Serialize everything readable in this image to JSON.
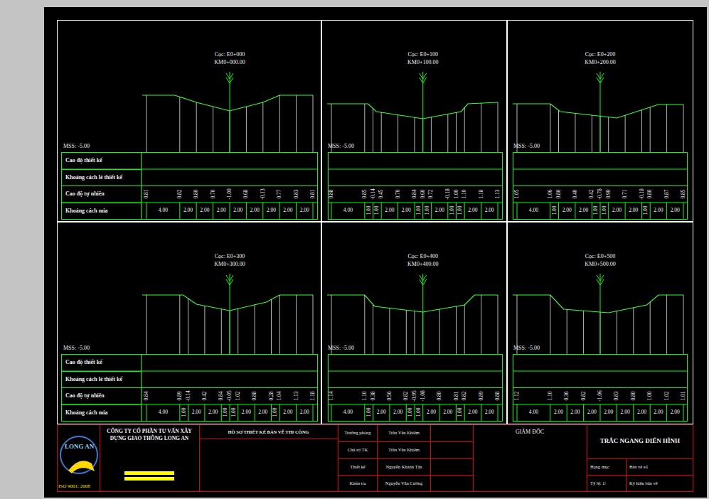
{
  "diagram": {
    "nodes": [
      {
        "text": [
          "Cọc: E0+000",
          "KM0+000.00",
          "MSS: -5.00"
        ]
      },
      {
        "text": [
          "Cao độ thiết kế"
        ],
        "in": 0
      },
      {
        "text": [
          "Khoảng cách lẻ thiết kế"
        ],
        "in": 0
      },
      {
        "text": [
          "Cao độ tự nhiên"
        ],
        "in": 0
      },
      {
        "text": [
          "Khoảng cách mia"
        ],
        "in": 0
      },
      {
        "text": [
          "Cọc: E0+100",
          "KM0+100.00",
          "MSS: -5.00"
        ]
      },
      {
        "text": [
          "Cọc: E0+200",
          "KM0+200.00",
          "MSS: -5.00"
        ]
      },
      {
        "text": [
          "Cọc: E0+300",
          "KM0+300.00",
          "MSS: -5.00"
        ]
      },
      {
        "text": [
          "Cao độ thiết kế"
        ],
        "in": 7
      },
      {
        "text": [
          "Khoảng cách lẻ thiết kế"
        ],
        "in": 7
      },
      {
        "text": [
          "Cao độ tự nhiên"
        ],
        "in": 7
      },
      {
        "text": [
          "Khoảng cách mia"
        ],
        "in": 7
      },
      {
        "text": [
          "Cọc: E0+400",
          "KM0+400.00",
          "MSS: -5.00"
        ]
      },
      {
        "text": [
          "Cọc: E0+500",
          "KM0+500.00",
          "MSS: -5.00"
        ]
      }
    ],
    "labels": [
      "0.81",
      "0.82",
      "0.80",
      "0.70",
      "-1.00",
      "0.68",
      "-0.13",
      "0.77",
      "0.83",
      "0.81",
      "4.00",
      "2.00",
      "2.00",
      "2.00",
      "2.00",
      "2.00",
      "2.00",
      "2.00",
      "2.00",
      "0.88",
      "0.85",
      "-0.14",
      "0.45",
      "0.70",
      "0.84",
      "0.60",
      "0.72",
      "-0.18",
      "1.00",
      "1.10",
      "1.18",
      "1.13",
      "4.00",
      "1.00",
      "1.00",
      "2.00",
      "2.00",
      "1.00",
      "1.00",
      "2.00",
      "1.00",
      "1.00",
      "2.00",
      "2.00",
      "1.05",
      "1.06",
      "0.80",
      "0.40",
      "0.42",
      "-0.78",
      "0.90",
      "0.71",
      "-0.18",
      "0.80",
      "0.87",
      "0.85",
      "4.00",
      "1.00",
      "2.00",
      "2.00",
      "1.00",
      "1.00",
      "2.00",
      "2.00",
      "1.00",
      "2.00",
      "2.00",
      "0.84",
      "0.89",
      "-0.14",
      "0.42",
      "0.84",
      "-0.05",
      "1.02",
      "0.88",
      "0.28",
      "1.04",
      "1.13",
      "1.18",
      "4.00",
      "1.00",
      "2.00",
      "2.00",
      "1.00",
      "1.00",
      "2.00",
      "2.00",
      "1.00",
      "2.00",
      "2.00",
      "1.14",
      "1.10",
      "0.38",
      "0.56",
      "0.82",
      "-0.95",
      "-1.08",
      "0.80",
      "0.81",
      "0.82",
      "0.89",
      "0.88",
      "4.00",
      "1.00",
      "2.00",
      "2.00",
      "1.00",
      "1.00",
      "2.00",
      "2.00",
      "1.00",
      "2.00",
      "2.00",
      "1.12",
      "1.10",
      "0.36",
      "0.82",
      "-1.06",
      "0.83",
      "0.80",
      "1.00",
      "1.02",
      "1.01",
      "4.00",
      "2.00",
      "2.00",
      "2.00",
      "2.00",
      "2.00",
      "2.00",
      "2.00",
      "2.00",
      "LONG AN",
      "ISO 9001: 2008",
      "CÔNG TY CỔ PHẦN TƯ VẤN XÂY DỰNG GIAO THÔNG LONG AN",
      "HỒ SƠ THIẾT KẾ BẢN VẼ THI CÔNG",
      "Trưởng phòng",
      "Trần Văn Khiêm",
      "Chủ trì TK",
      "Trần Văn Khiêm",
      "Thiết kế",
      "Nguyễn Khánh Tân",
      "Kiểm tra",
      "Nguyễn Văn Cường",
      "GIÁM ĐỐC",
      "TRẮC NGANG ĐIỂN HÌNH",
      "Hạng mục",
      "Bản vẽ số",
      "Tỷ lệ: 1/",
      "Ký hiệu bản vẽ"
    ]
  }
}
